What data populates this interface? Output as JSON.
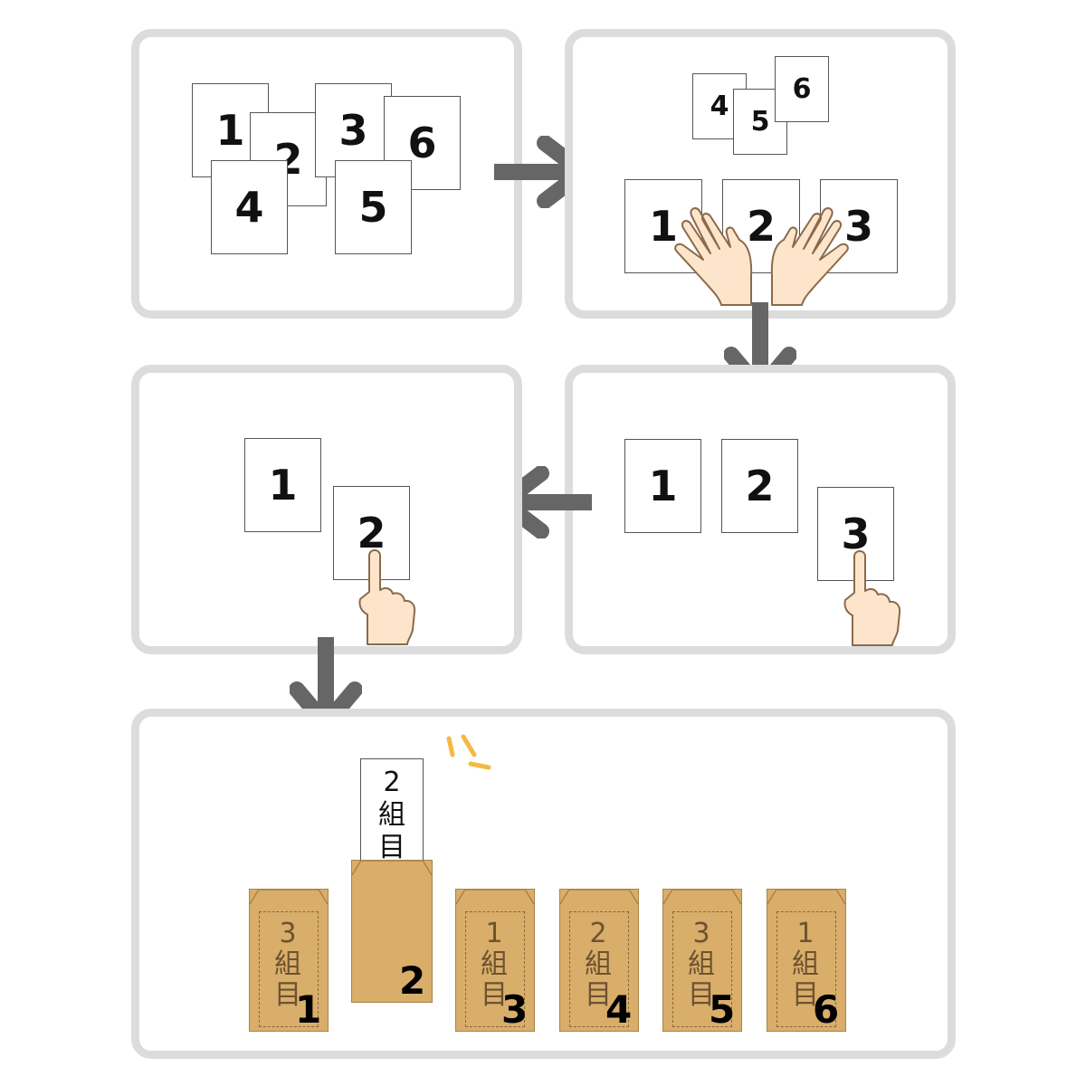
{
  "panel1": {
    "cards": [
      "1",
      "2",
      "3",
      "6",
      "4",
      "5"
    ]
  },
  "panel2": {
    "small_cards": [
      "4",
      "5",
      "6"
    ],
    "big_cards": [
      "1",
      "2",
      "3"
    ]
  },
  "panel3": {
    "cards": [
      "1",
      "2",
      "3"
    ]
  },
  "panel4": {
    "cards": [
      "1",
      "2"
    ]
  },
  "panel5": {
    "slip": {
      "number": "2",
      "line2": "組",
      "line3": "目"
    },
    "selected_envelope": {
      "number": "2"
    },
    "envelopes": [
      {
        "written_num": "3",
        "written_kumi": "組",
        "written_me": "目",
        "number": "1"
      },
      {
        "written_num": "1",
        "written_kumi": "組",
        "written_me": "目",
        "number": "3"
      },
      {
        "written_num": "2",
        "written_kumi": "組",
        "written_me": "目",
        "number": "4"
      },
      {
        "written_num": "3",
        "written_kumi": "組",
        "written_me": "目",
        "number": "5"
      },
      {
        "written_num": "1",
        "written_kumi": "組",
        "written_me": "目",
        "number": "6"
      }
    ]
  },
  "colors": {
    "panel_border": "#dcdcdc",
    "arrow": "#666666",
    "envelope": "#d9ad6a",
    "skin": "#fde5cc",
    "sparkle": "#f5b942"
  }
}
